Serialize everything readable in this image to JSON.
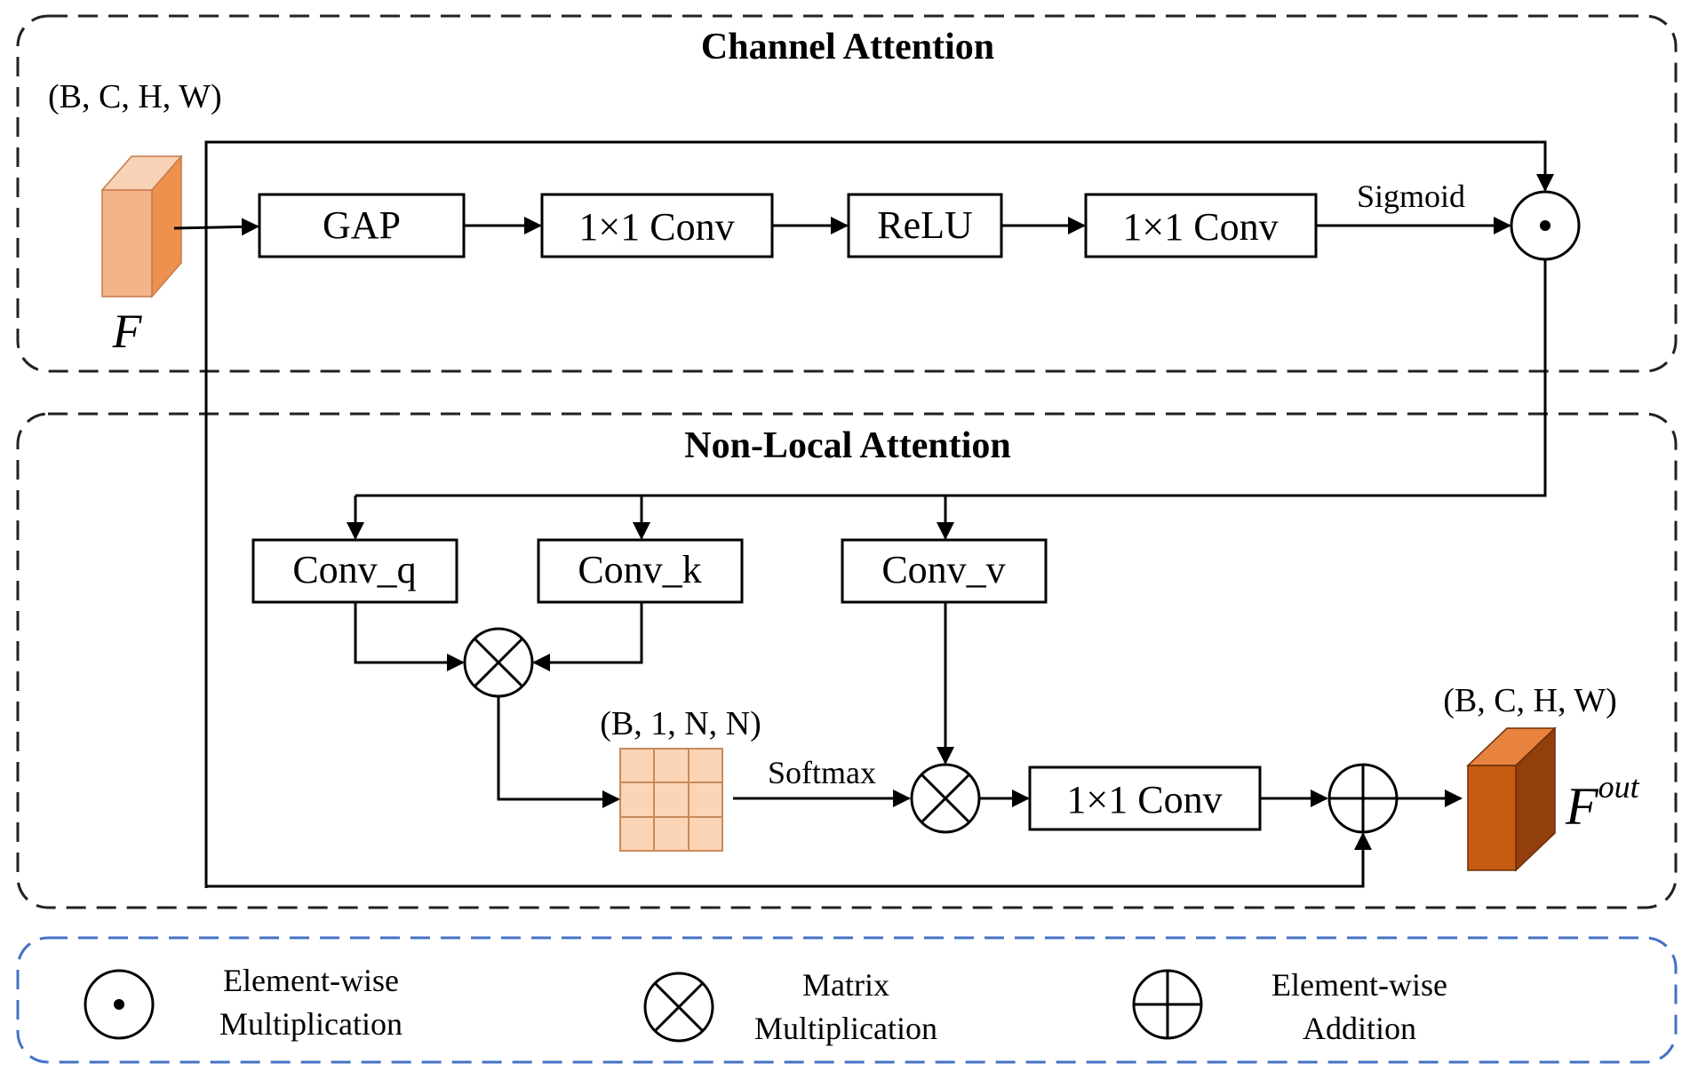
{
  "sections": {
    "channel_title": "Channel Attention",
    "nonlocal_title": "Non-Local Attention"
  },
  "shapes": {
    "input": "(B, C, H, W)",
    "output": "(B, C, H, W)",
    "attention_map": "(B, 1, N, N)"
  },
  "tensors": {
    "input_label": "F",
    "output_label": "F",
    "output_superscript": "out"
  },
  "blocks": {
    "gap": "GAP",
    "conv1": "1×1 Conv",
    "relu": "ReLU",
    "conv2": "1×1 Conv",
    "conv_q": "Conv_q",
    "conv_k": "Conv_k",
    "conv_v": "Conv_v",
    "conv_out": "1×1 Conv"
  },
  "edge_labels": {
    "sigmoid": "Sigmoid",
    "softmax": "Softmax"
  },
  "legend": {
    "elementwise_mult": [
      "Element-wise",
      "Multiplication"
    ],
    "matrix_mult": [
      "Matrix",
      "Multiplication"
    ],
    "elementwise_add": [
      "Element-wise",
      "Addition"
    ]
  },
  "colors": {
    "input_front": "#f4b48a",
    "input_side": "#ee914f",
    "input_top": "#f8d2b6",
    "output_front": "#c55a11",
    "output_side": "#923f0c",
    "output_top": "#e8833f",
    "grid_fill": "#fbd5b5",
    "grid_stroke": "#c88a5a",
    "legend_border": "#4472c4"
  }
}
